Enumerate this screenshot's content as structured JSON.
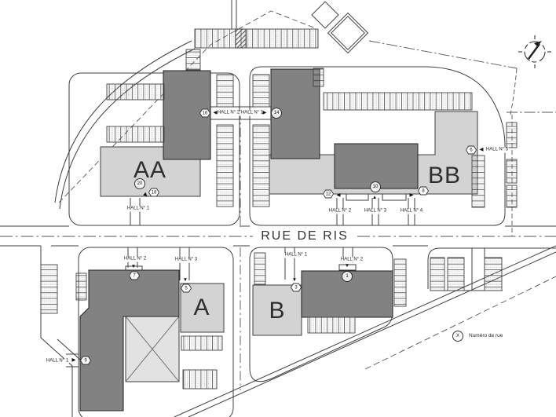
{
  "plan": {
    "street": {
      "name": "RUE DE RIS"
    },
    "buildings": {
      "aa": "AA",
      "bb": "BB",
      "a": "A",
      "b": "B"
    },
    "halls": {
      "aa_1": "HALL N° 1",
      "path_aa_2": "HALL N° 2",
      "path_bb_1": "HALL N° 1",
      "bb_2": "HALL N° 2",
      "bb_3": "HALL N° 3",
      "bb_4": "HALL N° 4",
      "bb_5": "HALL N° 5",
      "a_1": "HALL N° 1",
      "a_2": "HALL N° 2",
      "a_3": "HALL N° 3",
      "b_1": "HALL N° 1",
      "b_2": "HALL N° 2"
    },
    "street_numbers": {
      "n1": "1",
      "n3": "3",
      "n5": "5",
      "n6": "6",
      "n7": "7",
      "n8": "8",
      "n9": "9",
      "n10": "10",
      "n12": "12",
      "n14": "14",
      "n16": "16",
      "n18": "18",
      "n20": "20"
    },
    "legend": {
      "symbol": "X",
      "label": "Numéro de rue"
    },
    "icons": {
      "arrow_left": "◀",
      "arrow_right": "▶",
      "arrow_up": "▲",
      "arrow_down": "▼"
    },
    "colors": {
      "building_dark": "#828282",
      "building_light": "#d3d3d3",
      "courtyard": "#e2e2e2",
      "line": "#3f3f3f"
    }
  }
}
